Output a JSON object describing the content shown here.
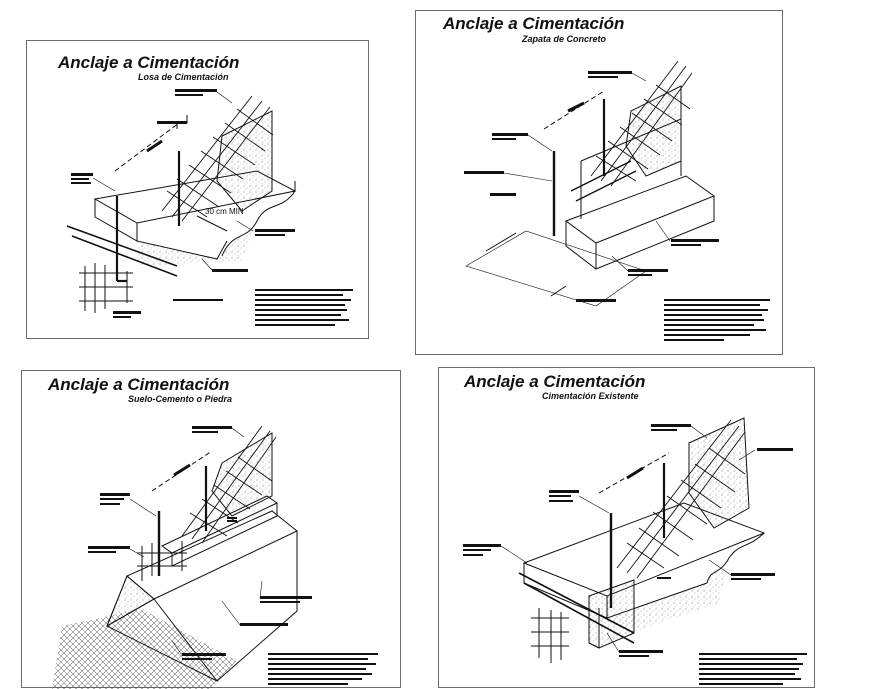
{
  "panels": [
    {
      "id": "losa",
      "title": "Anclaje a Cimentación",
      "subtitle": "Losa de Cimentación",
      "dimension": "30 cm MIN"
    },
    {
      "id": "zapata",
      "title": "Anclaje a Cimentación",
      "subtitle": "Zapata de Concreto"
    },
    {
      "id": "suelo",
      "title": "Anclaje a Cimentación",
      "subtitle": "Suelo-Cemento o Piedra"
    },
    {
      "id": "existente",
      "title": "Anclaje a Cimentación",
      "subtitle": "Cimentación Existente"
    }
  ],
  "colors": {
    "line": "#111111",
    "border": "#6b6b6b",
    "hatch": "#555555",
    "background": "#ffffff"
  }
}
